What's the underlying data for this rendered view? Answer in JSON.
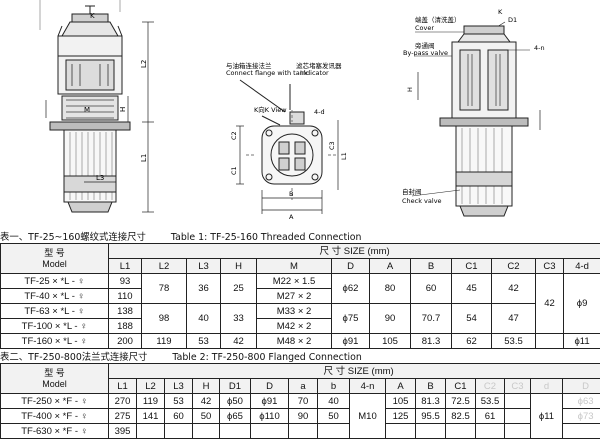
{
  "drawing1": {
    "labels": {
      "k": "K",
      "l2": "L2",
      "h": "H",
      "m": "M",
      "l1": "L1",
      "l3": "L3"
    }
  },
  "drawing2": {
    "labels": {
      "flange_cn": "与油箱连接法兰",
      "flange_en": "Connect flange with tank",
      "indicator_cn": "滤芯堵塞发讯器",
      "indicator_en": "Indicator",
      "kview": "K向K View",
      "fourd": "4-d",
      "c1": "C1",
      "c2": "C2",
      "c3": "C3",
      "l1": "L1",
      "b": "B",
      "a": "A"
    }
  },
  "drawing3": {
    "labels": {
      "cover_cn": "端盖（清洗盖）",
      "cover_en": "Cover",
      "bypass_cn": "旁通阀",
      "bypass_en": "By-pass valve",
      "d1": "D1",
      "k": "K",
      "fourn": "4-n",
      "h": "H",
      "check_cn": "自封阀",
      "check_en": "Check valve"
    }
  },
  "table1": {
    "caption_cn": "表一、TF-25~160螺纹式连接尺寸",
    "caption_en": "Table  1: TF-25-160 Threaded Connection",
    "model_head": "型    号\nModel",
    "dim_head": "尺          寸    SIZE  (mm)",
    "columns": [
      "L1",
      "L2",
      "L3",
      "H",
      "M",
      "D",
      "A",
      "B",
      "C1",
      "C2",
      "C3",
      "4-d"
    ],
    "rows": [
      {
        "model": "TF-25 × *L - ♀",
        "L1": "93"
      },
      {
        "model": "TF-40 × *L - ♀",
        "L1": "110"
      },
      {
        "model": "TF-63 × *L - ♀",
        "L1": "138"
      },
      {
        "model": "TF-100 × *L - ♀",
        "L1": "188"
      },
      {
        "model": "TF-160 × *L - ♀",
        "L1": "200"
      }
    ],
    "g1": {
      "L2": "78",
      "L3": "36",
      "H": "25",
      "M1": "M22 × 1.5",
      "M2": "M27 × 2",
      "D": "ϕ62",
      "A": "80",
      "B": "60",
      "C1": "45",
      "C2": "42"
    },
    "g2": {
      "L2": "98",
      "L3": "40",
      "H": "33",
      "M1": "M33 × 2",
      "M2": "M42 × 2",
      "D": "ϕ75",
      "A": "90",
      "B": "70.7",
      "C1": "54",
      "C2": "47"
    },
    "g3": {
      "L2": "119",
      "L3": "53",
      "H": "42",
      "M": "M48 × 2",
      "D": "ϕ91",
      "A": "105",
      "B": "81.3",
      "C1": "62",
      "C2": "53.5"
    },
    "c3": "42",
    "d_a": "ϕ9",
    "d_b": "ϕ11"
  },
  "table2": {
    "caption_cn": "表二、TF-250-800法兰式连接尺寸",
    "caption_en": "Table  2: TF-250-800 Flanged Connection",
    "model_head": "型    号\nModel",
    "dim_head": "尺          寸    SIZE  (mm)",
    "columns": [
      "L1",
      "L2",
      "L3",
      "H",
      "D1",
      "D",
      "a",
      "b",
      "4-n",
      "A",
      "B",
      "C1",
      "C2",
      "C3",
      "d",
      "D"
    ],
    "rows": [
      {
        "model": "TF-250 × *F - ♀",
        "L1": "270",
        "L2": "119",
        "L3": "53",
        "H": "42",
        "D1": "ϕ50",
        "D": "ϕ91",
        "a": "70",
        "b": "40",
        "A": "105",
        "B": "81.3",
        "C1": "72.5",
        "C2": "53.5",
        "C3": "",
        "d": "",
        "D2": "ϕ63"
      },
      {
        "model": "TF-400 × *F - ♀",
        "L1": "275",
        "L2": "141",
        "L3": "60",
        "H": "50",
        "D1": "ϕ65",
        "D": "ϕ110",
        "a": "90",
        "b": "50",
        "A": "125",
        "B": "95.5",
        "C1": "82.5",
        "C2": "61",
        "C3": "",
        "d": "",
        "D2": "ϕ73"
      }
    ],
    "n": "M10",
    "d_shared": "ϕ11",
    "partial_model": "TF-630 × *F - ♀",
    "partial_L1": "395"
  }
}
